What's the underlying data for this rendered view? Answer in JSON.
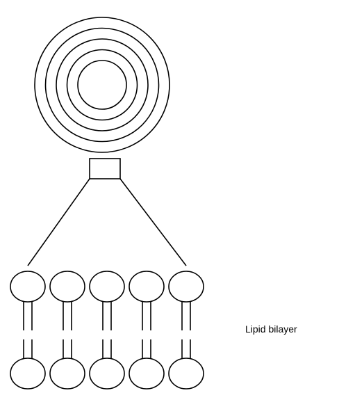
{
  "diagram": {
    "label": "Lipid bilayer",
    "concentric_ring_count": 5,
    "phospholipid_count": 5,
    "colors": {
      "stroke": "#000000",
      "background": "#ffffff"
    }
  }
}
